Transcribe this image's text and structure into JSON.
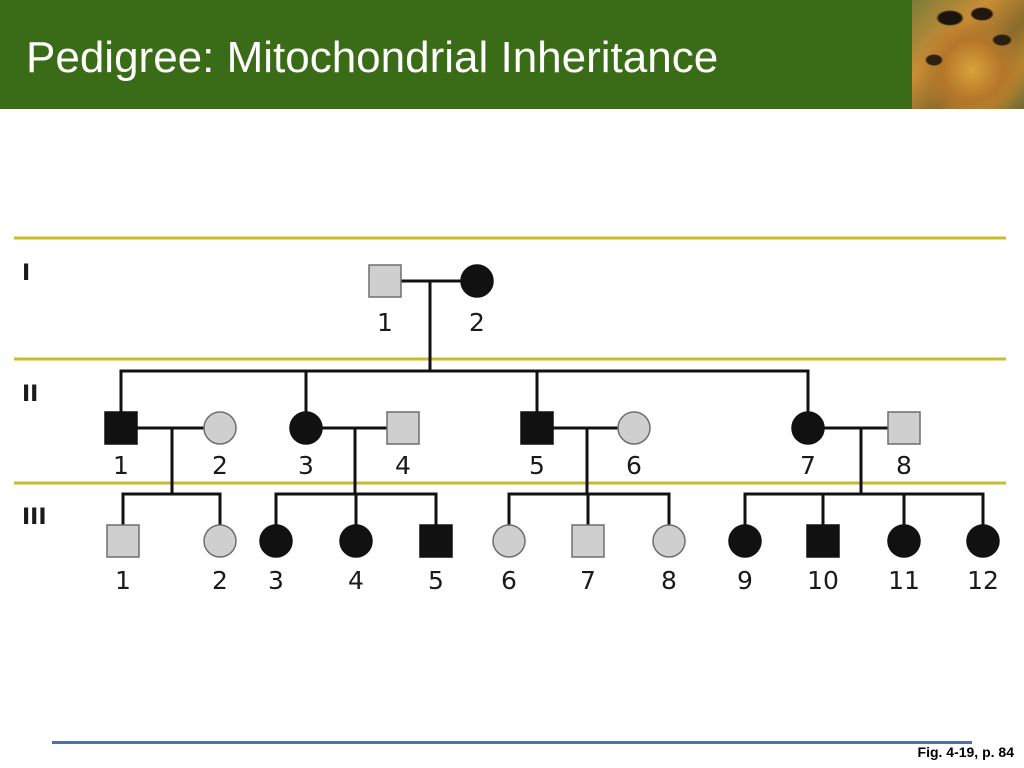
{
  "header": {
    "title": "Pedigree: Mitochondrial Inheritance",
    "photo_icon": "corner-photo"
  },
  "colors": {
    "header_bg": "#3a6b16",
    "band_line": "#c9bc2c",
    "affected": "#111111",
    "unaffected": "#cfcfcf",
    "footer_rule": "#4a72b2"
  },
  "generations": [
    {
      "label": "I",
      "individuals": [
        {
          "id": "1",
          "sex": "male",
          "affected": false
        },
        {
          "id": "2",
          "sex": "female",
          "affected": true
        }
      ]
    },
    {
      "label": "II",
      "individuals": [
        {
          "id": "1",
          "sex": "male",
          "affected": true
        },
        {
          "id": "2",
          "sex": "female",
          "affected": false
        },
        {
          "id": "3",
          "sex": "female",
          "affected": true
        },
        {
          "id": "4",
          "sex": "male",
          "affected": false
        },
        {
          "id": "5",
          "sex": "male",
          "affected": true
        },
        {
          "id": "6",
          "sex": "female",
          "affected": false
        },
        {
          "id": "7",
          "sex": "female",
          "affected": true
        },
        {
          "id": "8",
          "sex": "male",
          "affected": false
        }
      ]
    },
    {
      "label": "III",
      "individuals": [
        {
          "id": "1",
          "sex": "male",
          "affected": false
        },
        {
          "id": "2",
          "sex": "female",
          "affected": false
        },
        {
          "id": "3",
          "sex": "female",
          "affected": true
        },
        {
          "id": "4",
          "sex": "female",
          "affected": true
        },
        {
          "id": "5",
          "sex": "male",
          "affected": true
        },
        {
          "id": "6",
          "sex": "female",
          "affected": false
        },
        {
          "id": "7",
          "sex": "male",
          "affected": false
        },
        {
          "id": "8",
          "sex": "female",
          "affected": false
        },
        {
          "id": "9",
          "sex": "female",
          "affected": true
        },
        {
          "id": "10",
          "sex": "male",
          "affected": true
        },
        {
          "id": "11",
          "sex": "female",
          "affected": true
        },
        {
          "id": "12",
          "sex": "female",
          "affected": true
        }
      ]
    }
  ],
  "matings": [
    {
      "parents": [
        "I-1",
        "I-2"
      ],
      "children": [
        "II-1",
        "II-3",
        "II-5",
        "II-7"
      ]
    },
    {
      "parents": [
        "II-1",
        "II-2"
      ],
      "children": [
        "III-1",
        "III-2"
      ]
    },
    {
      "parents": [
        "II-3",
        "II-4"
      ],
      "children": [
        "III-3",
        "III-4",
        "III-5"
      ]
    },
    {
      "parents": [
        "II-5",
        "II-6"
      ],
      "children": [
        "III-6",
        "III-7",
        "III-8"
      ]
    },
    {
      "parents": [
        "II-7",
        "II-8"
      ],
      "children": [
        "III-9",
        "III-10",
        "III-11",
        "III-12"
      ]
    }
  ],
  "footer": {
    "caption": "Fig. 4-19, p. 84"
  }
}
